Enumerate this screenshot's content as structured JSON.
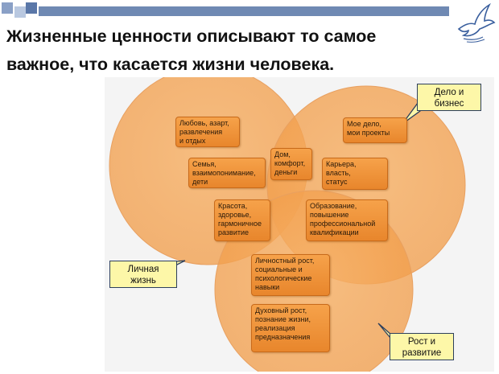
{
  "title": "Жизненные ценности описывают то самое важное, что касается жизни человека.",
  "diagram": {
    "regions": [
      {
        "label": "Личная\nжизнь"
      },
      {
        "label": "Дело и\nбизнес"
      },
      {
        "label": "Рост и\nразвитие"
      }
    ],
    "boxes": [
      {
        "text": "Любовь, азарт,\nразвлечения\nи отдых"
      },
      {
        "text": "Семья,\nвзаимопонимание,\nдети"
      },
      {
        "text": "Дом,\nкомфорт,\nденьги"
      },
      {
        "text": "Мое дело,\nмои проекты"
      },
      {
        "text": "Карьера,\nвласть,\nстатус"
      },
      {
        "text": "Красота,\nздоровье,\nгармоничное\nразвитие"
      },
      {
        "text": "Образование,\nповышение\nпрофессиональной\nквалификации"
      },
      {
        "text": "Личностный рост,\nсоциальные и\nпсихологические\nнавыки"
      },
      {
        "text": "Духовный рост,\nпознание жизни,\nреализация\nпредназначения"
      }
    ]
  },
  "colors": {
    "circle_fill": "#f5a85a",
    "box_fill": "#f09a42",
    "callout_fill": "#fdf7a8",
    "header_bar": "#6f89b3"
  }
}
